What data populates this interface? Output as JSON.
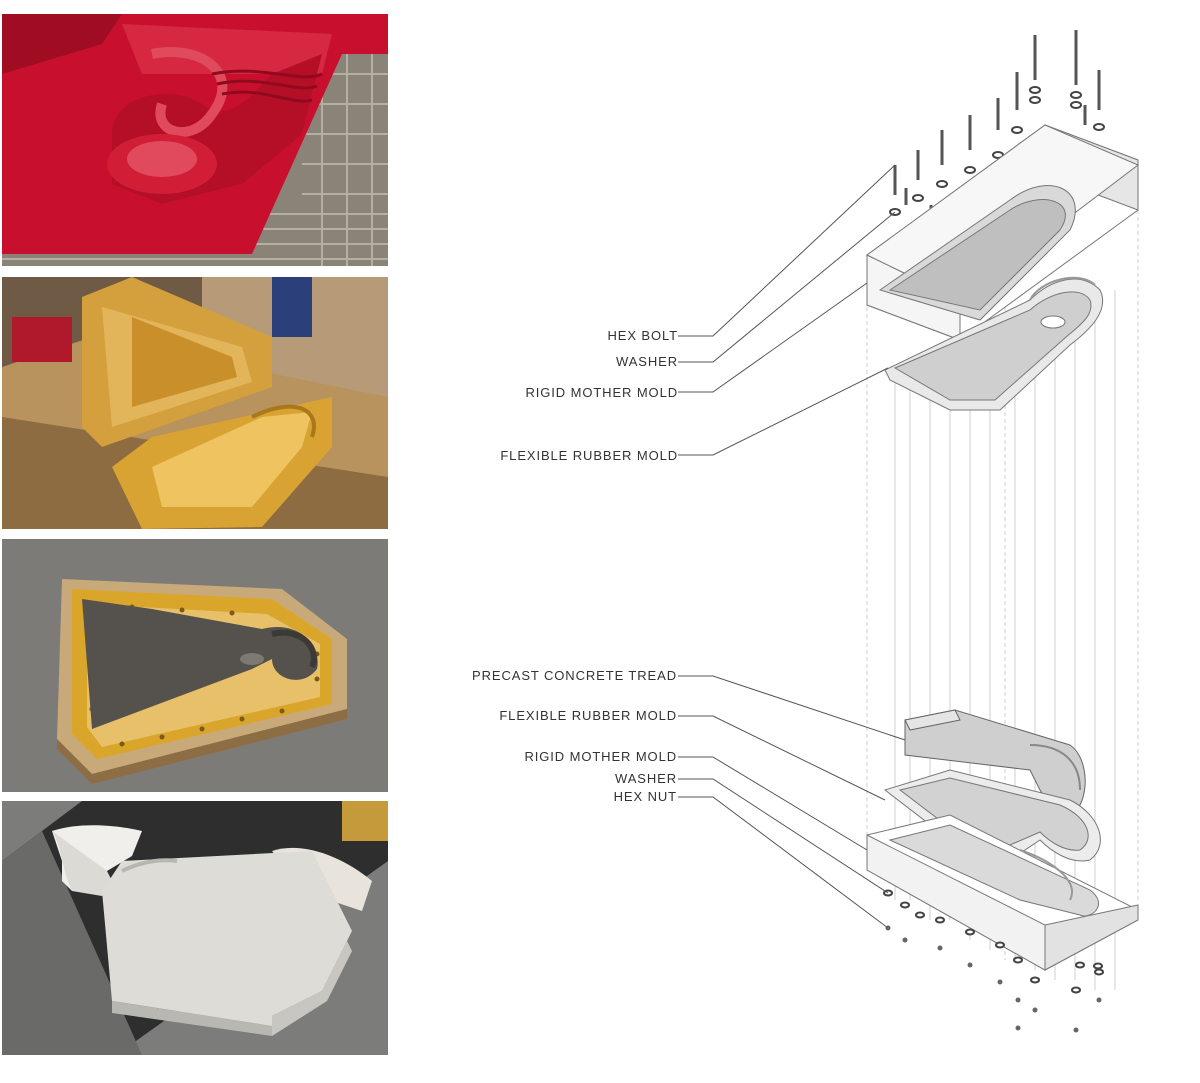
{
  "photos": [
    {
      "subject": "red-cnc-positive-form"
    },
    {
      "subject": "open-rubber-mold-in-plywood-mother-mold"
    },
    {
      "subject": "concrete-cast-in-rubber-mold"
    },
    {
      "subject": "finished-precast-concrete-tread"
    }
  ],
  "diagram": {
    "upper_labels": {
      "hex_bolt": "HEX BOLT",
      "washer": "WASHER",
      "rigid_mother_mold": "RIGID MOTHER MOLD",
      "flexible_rubber_mold": "FLEXIBLE RUBBER MOLD"
    },
    "lower_labels": {
      "precast_concrete_tread": "PRECAST CONCRETE TREAD",
      "flexible_rubber_mold": "FLEXIBLE RUBBER MOLD",
      "rigid_mother_mold": "RIGID MOTHER MOLD",
      "washer": "WASHER",
      "hex_nut": "HEX NUT"
    }
  },
  "colors": {
    "red_foam": "#c8102e",
    "rubber_amber": "#d9a520",
    "plywood": "#c9a572",
    "concrete_grey": "#5d5a55",
    "finished_concrete": "#d9d7d2",
    "leader_line": "#555555",
    "mold_face": "#f2f2f2"
  }
}
